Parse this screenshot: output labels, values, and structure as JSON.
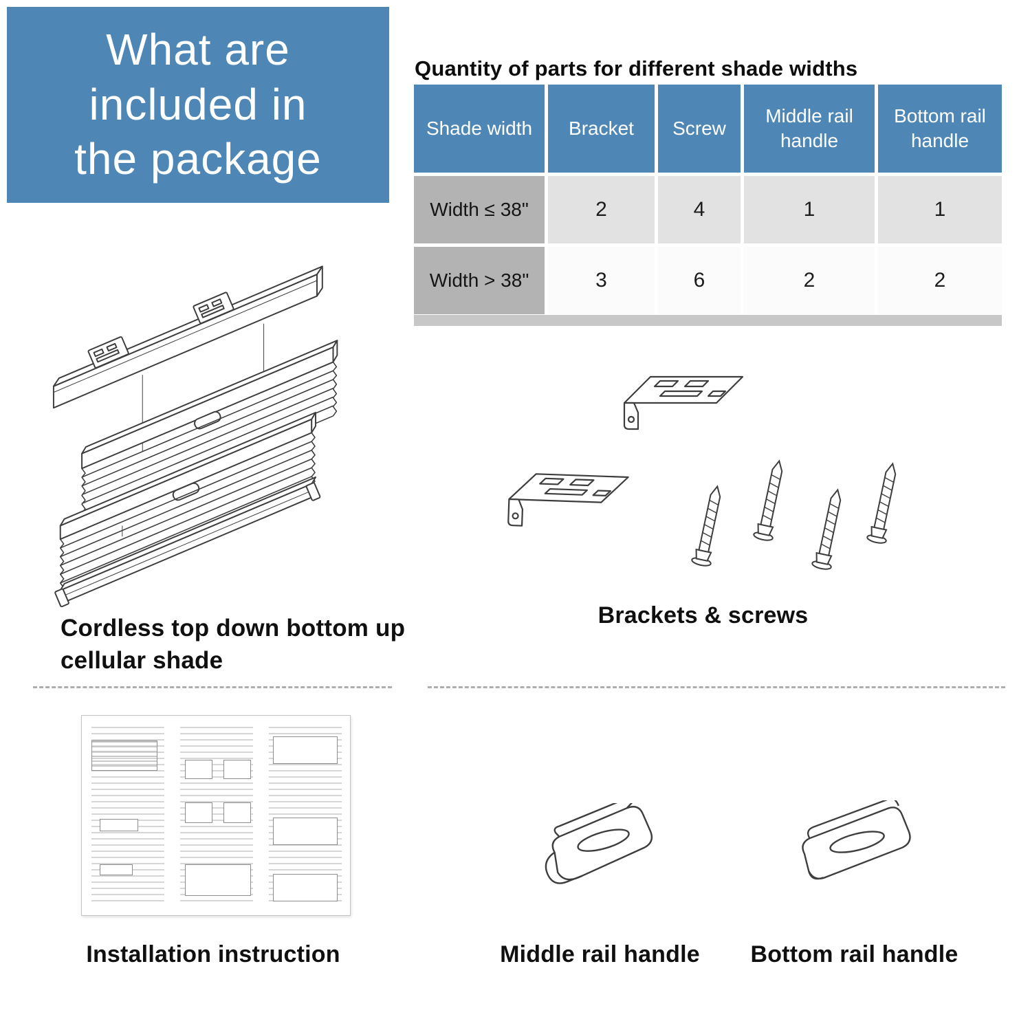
{
  "header": {
    "title_lines": [
      "What are",
      "included in",
      "the package"
    ]
  },
  "table": {
    "title": "Quantity of parts for different shade widths",
    "columns": [
      "Shade width",
      "Bracket",
      "Screw",
      "Middle rail handle",
      "Bottom rail handle"
    ],
    "rows": [
      {
        "label": "Width ≤ 38\"",
        "values": [
          "2",
          "4",
          "1",
          "1"
        ]
      },
      {
        "label": "Width > 38\"",
        "values": [
          "3",
          "6",
          "2",
          "2"
        ]
      }
    ]
  },
  "captions": {
    "shade": "Cordless top down bottom up cellular shade",
    "brackets": "Brackets & screws",
    "instruction": "Installation instruction",
    "middle_handle": "Middle rail handle",
    "bottom_handle": "Bottom rail handle"
  },
  "colors": {
    "blue": "#4e87b5",
    "label_bg": "#b3b3b3",
    "row1_bg": "#e2e2e2",
    "row2_bg": "#fbfbfb",
    "strip_bg": "#c7c7c7"
  }
}
